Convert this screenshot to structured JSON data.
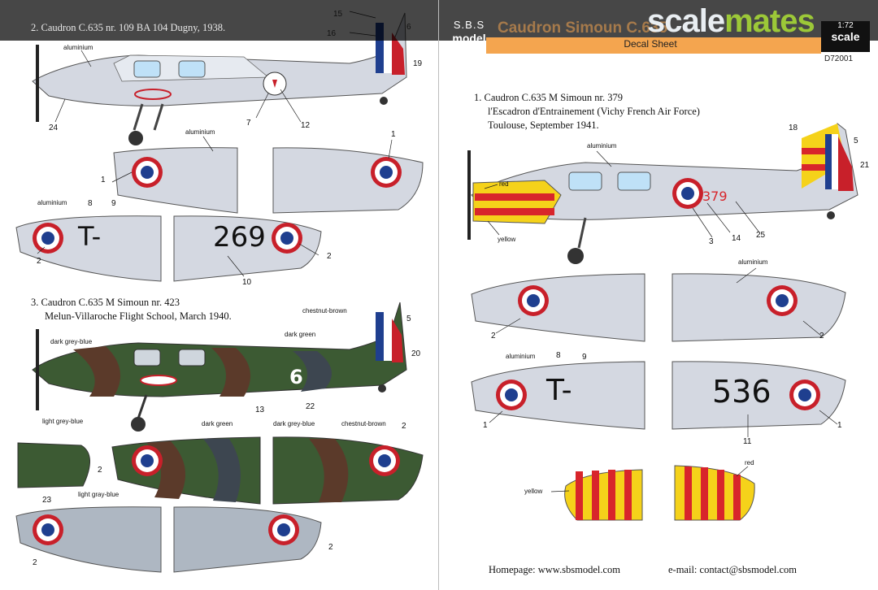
{
  "header": {
    "brand_line1": "S.B.S",
    "brand_line2": "model",
    "kit_title": "Caudron Simoun C.635",
    "subtitle": "Decal Sheet",
    "code": "D72001",
    "scale_line1": "1:72",
    "scale_line2": "scale"
  },
  "watermark": {
    "part1": "scale",
    "part2": "mates"
  },
  "colors": {
    "aluminium": "#d4d8e1",
    "roundel_blue": "#1f3f8f",
    "roundel_red": "#c8202a",
    "chestnut_brown": "#5b3a2a",
    "dark_green": "#3c5a33",
    "dark_grey_blue": "#3d4650",
    "light_grey_blue": "#aeb7c2",
    "yellow": "#f5d21a",
    "red": "#d8252b",
    "header_orange": "#f4a54f"
  },
  "schemes": {
    "s1": {
      "lines": [
        "1.  Caudron C.635 M Simoun nr. 379",
        "l'Escadron d'Entrainement (Vichy French Air Force)",
        "Toulouse,  September 1941."
      ],
      "callouts": {
        "aluminium_a": "aluminium",
        "red_a": "red",
        "yellow_a": "yellow",
        "aluminium_b": "aluminium",
        "aluminium_c": "aluminium",
        "yellow_b": "yellow",
        "red_b": "red"
      },
      "nums": {
        "n18": "18",
        "n5": "5",
        "n21": "21",
        "n3": "3",
        "n14": "14",
        "n25": "25",
        "n2a": "2",
        "n2b": "2",
        "n8": "8",
        "n9": "9",
        "n1a": "1",
        "n1b": "1",
        "n11": "11"
      },
      "fuselage_code": "379",
      "wing_letter": "T-",
      "wing_number": "536"
    },
    "s2": {
      "lines": [
        "2.  Caudron C.635 nr. 109 BA 104 Dugny, 1938."
      ],
      "callouts": {
        "aluminium_a": "aluminium",
        "aluminium_b": "aluminium",
        "aluminium_c": "aluminium"
      },
      "nums": {
        "n15": "15",
        "n16": "16",
        "n6": "6",
        "n19": "19",
        "n24": "24",
        "n7": "7",
        "n12": "12",
        "n1a": "1",
        "n1b": "1",
        "n8": "8",
        "n9": "9",
        "n2a": "2",
        "n2b": "2",
        "n10": "10"
      },
      "wing_letter": "T-",
      "wing_number": "269"
    },
    "s3": {
      "lines": [
        "3.  Caudron C.635 M Simoun nr. 423",
        "Melun-Villaroche Flight School, March 1940."
      ],
      "callouts": {
        "chestnut_a": "chestnut-brown",
        "dark_green_a": "dark green",
        "dark_grey_blue_a": "dark grey-blue",
        "light_grey_blue_a": "light grey-blue",
        "dark_green_b": "dark green",
        "dark_grey_blue_b": "dark grey-blue",
        "chestnut_b": "chestnut-brown",
        "light_grey_blue_b": "light gray-blue"
      },
      "nums": {
        "n5": "5",
        "n20": "20",
        "n13": "13",
        "n22": "22",
        "n2a": "2",
        "n2b": "2",
        "n23": "23",
        "n2c": "2",
        "n2d": "2"
      },
      "fuselage_number": "6"
    }
  },
  "footer": {
    "homepage": "Homepage: www.sbsmodel.com",
    "email": "e-mail: contact@sbsmodel.com"
  }
}
